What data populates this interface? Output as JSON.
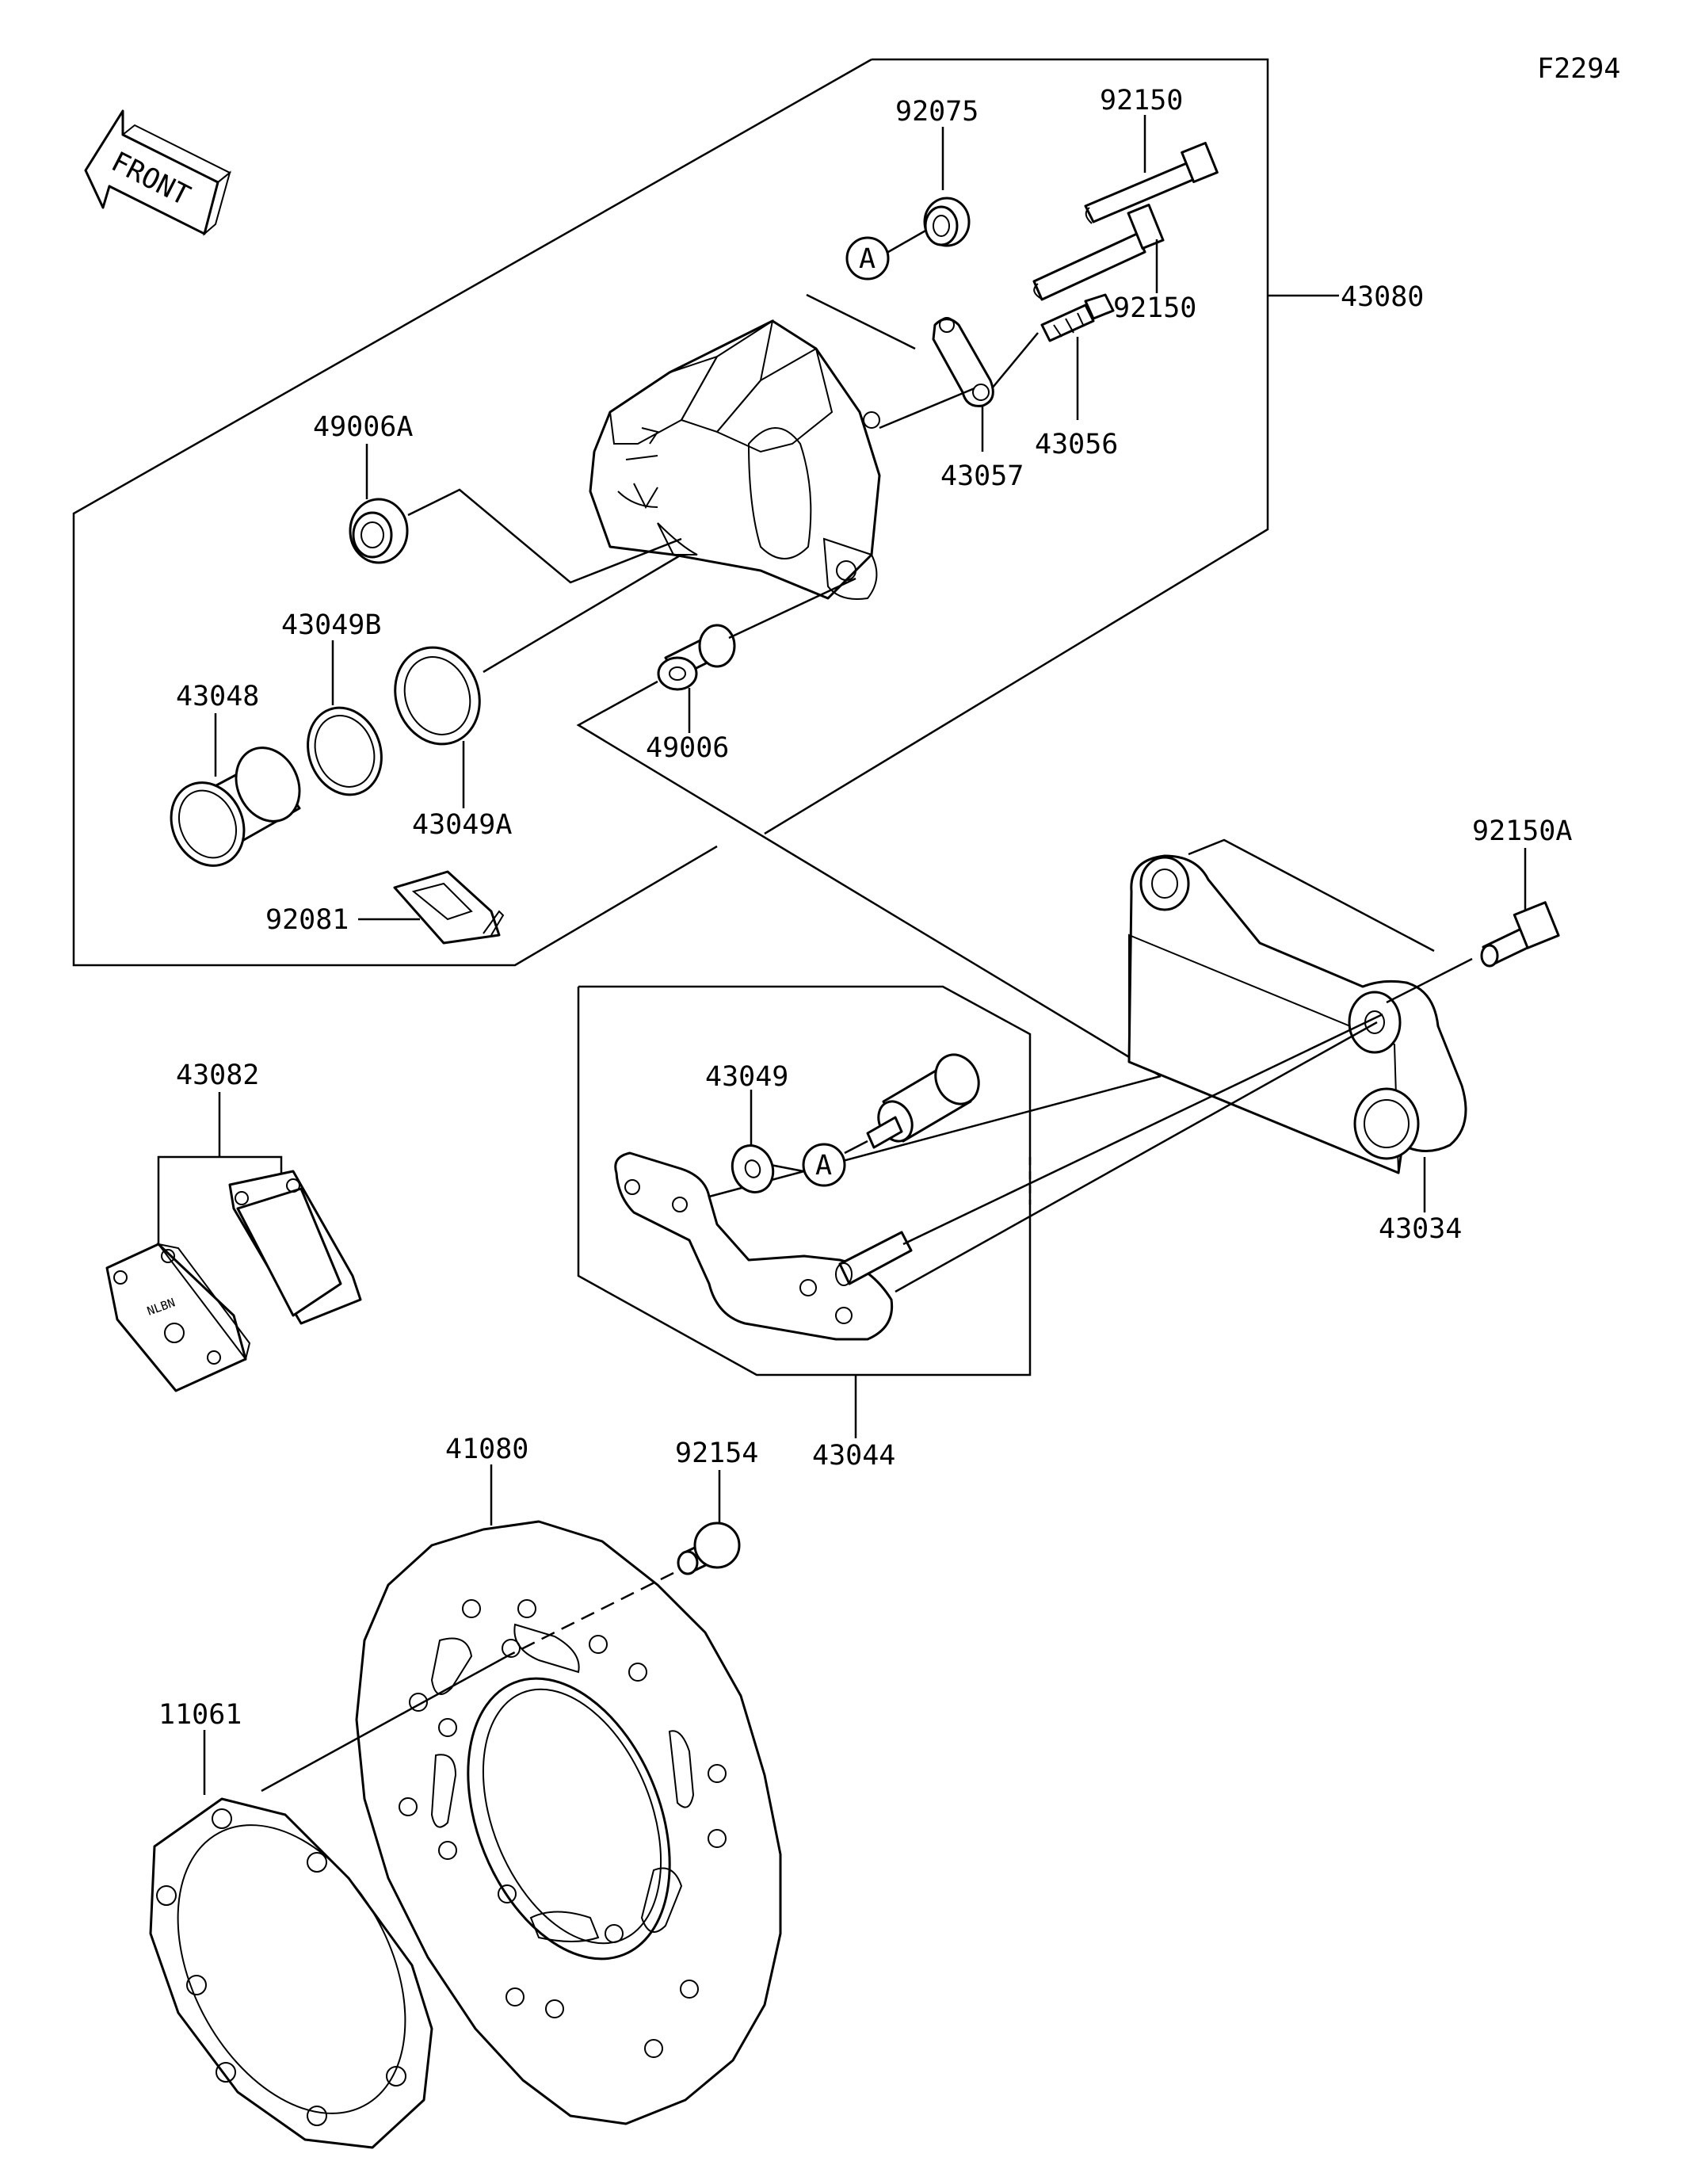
{
  "figure_id": "F2294",
  "front_label": "FRONT",
  "callout_letter_a": "A",
  "parts": {
    "p43080": "43080",
    "p92075": "92075",
    "p92150_top": "92150",
    "p92150_bottom": "92150",
    "p43056": "43056",
    "p43057": "43057",
    "p49006A": "49006A",
    "p43049B": "43049B",
    "p43048": "43048",
    "p43049A": "43049A",
    "p49006": "49006",
    "p92081": "92081",
    "p92150A": "92150A",
    "p43034": "43034",
    "p43049": "43049",
    "p43044": "43044",
    "p43082": "43082",
    "p41080": "41080",
    "p92154": "92154",
    "p11061": "11061"
  }
}
